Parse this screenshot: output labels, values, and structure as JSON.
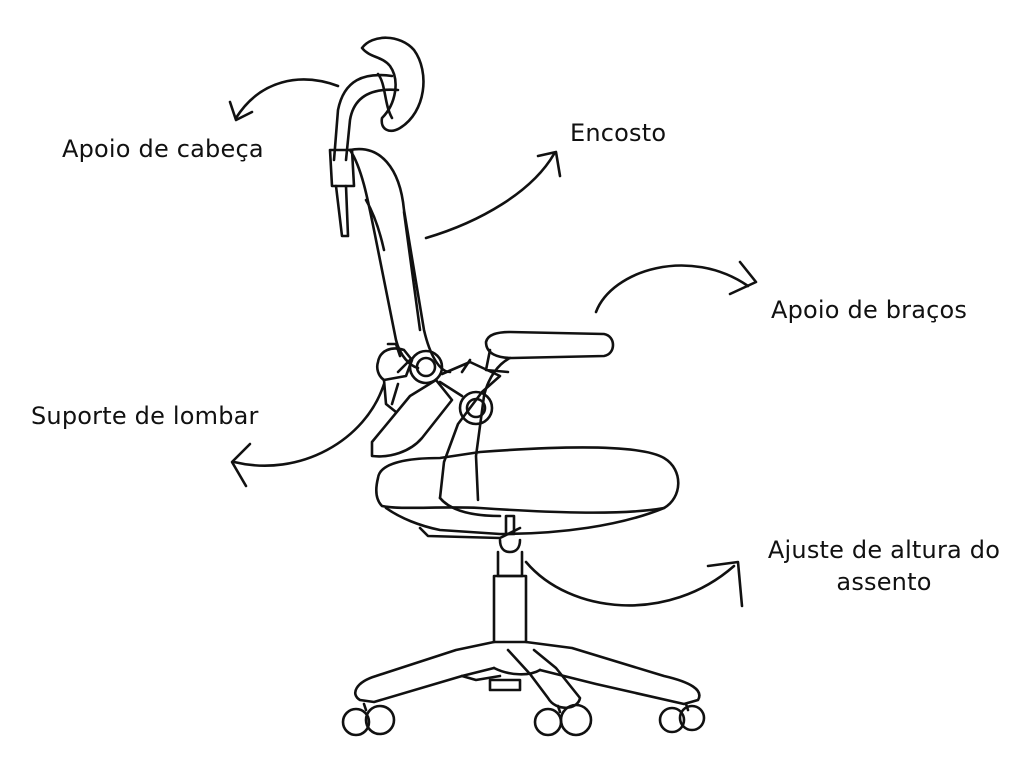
{
  "labels": {
    "headrest": "Apoio de cabeça",
    "backrest": "Encosto",
    "armrest": "Apoio de braços",
    "lumbar": "Suporte de lombar",
    "seat_height_line1": "Ajuste de altura do",
    "seat_height_line2": "assento"
  },
  "colors": {
    "line": "#111111",
    "background": "#ffffff"
  },
  "icons": [
    "office-chair-illustration",
    "curved-arrow-icon"
  ]
}
